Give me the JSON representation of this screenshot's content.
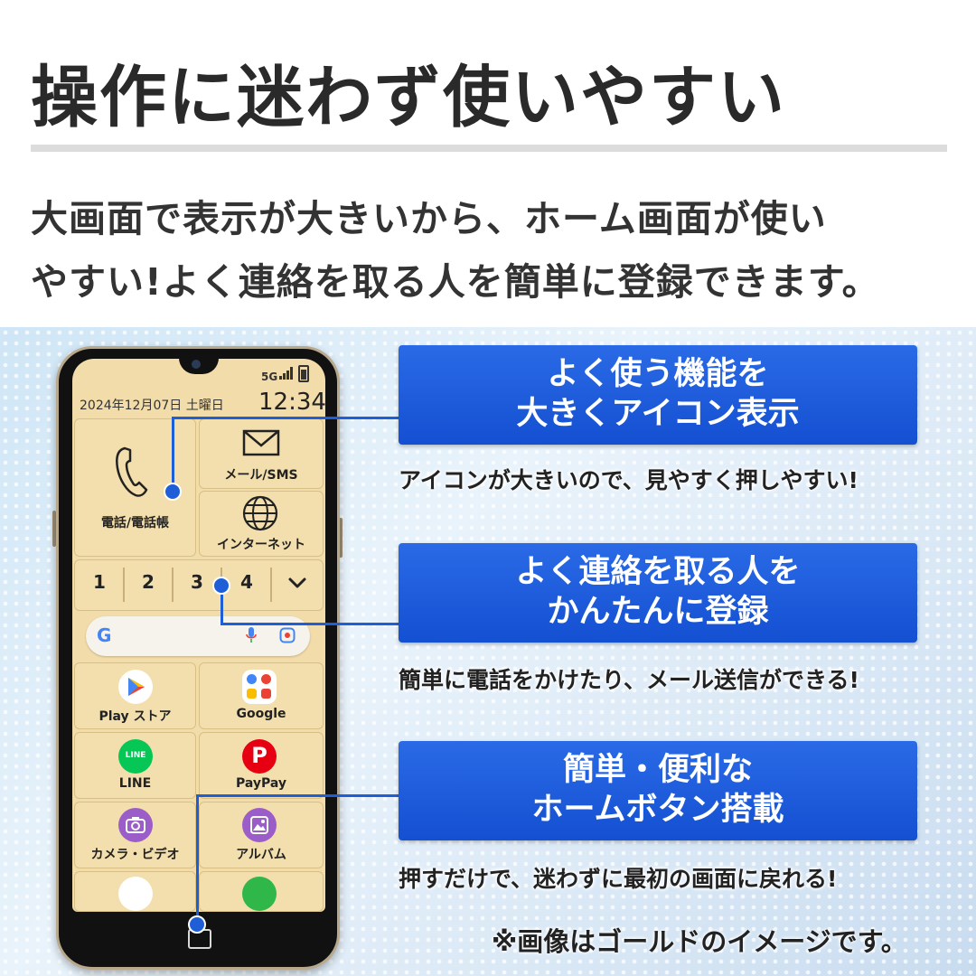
{
  "headline": "操作に迷わず使いやすい",
  "description": {
    "line1": "大画面で表示が大きいから、ホーム画面が使い",
    "line2": "やすい!よく連絡を取る人を簡単に登録できます。"
  },
  "phone": {
    "status_network": "5G",
    "date": "2024年12月07日 土曜日",
    "time": "12:34",
    "tiles": {
      "phone_label": "電話/電話帳",
      "mail_label": "メール/SMS",
      "internet_label": "インターネット"
    },
    "speed_dial": [
      "1",
      "2",
      "3",
      "4"
    ],
    "search_logo": "G",
    "apps": {
      "play_label": "Play ストア",
      "google_label": "Google",
      "line_label": "LINE",
      "line_icon_text": "LINE",
      "paypay_label": "PayPay",
      "camera_label": "カメラ・ビデオ",
      "album_label": "アルバム"
    }
  },
  "callouts": [
    {
      "title_line1": "よく使う機能を",
      "title_line2": "大きくアイコン表示",
      "caption": "アイコンが大きいので、見やすく押しやすい!"
    },
    {
      "title_line1": "よく連絡を取る人を",
      "title_line2": "かんたんに登録",
      "caption": "簡単に電話をかけたり、メール送信ができる!"
    },
    {
      "title_line1": "簡単・便利な",
      "title_line2": "ホームボタン搭載",
      "caption": "押すだけで、迷わずに最初の画面に戻れる!"
    }
  ],
  "note": "※画像はゴールドのイメージです。",
  "colors": {
    "accent_blue": "#1e5fd8",
    "screen_gold": "#f2dca9",
    "line_green": "#06c755",
    "paypay_red": "#e60012",
    "camera_purple": "#9b5ec8"
  }
}
